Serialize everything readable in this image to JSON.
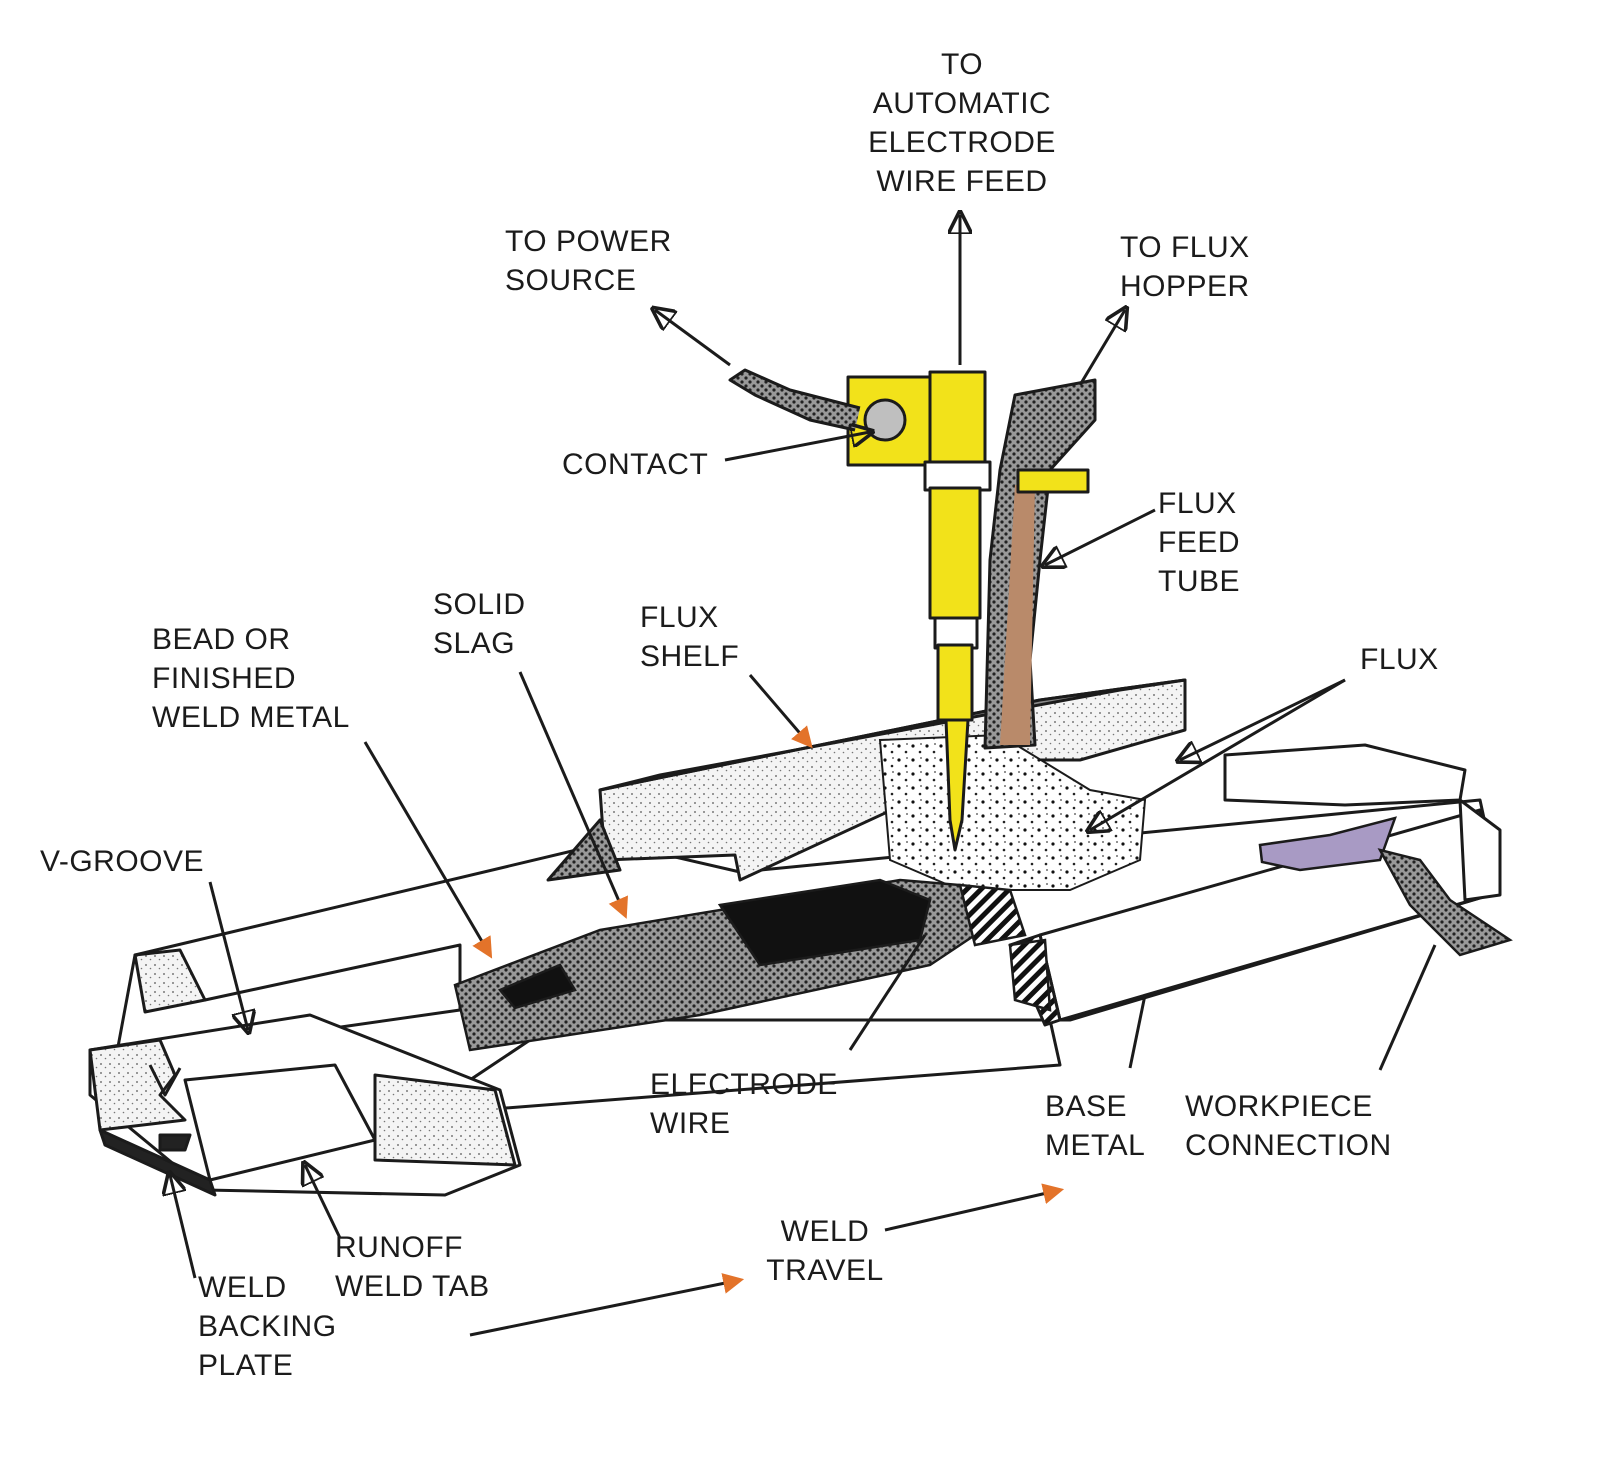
{
  "colors": {
    "ink": "#1b1b1b",
    "torch": "#f2e21a",
    "torch_dark": "#b6a400",
    "flux_tube": "#b98a6a",
    "arrow_orange": "#e3732a",
    "clamp_purple": "#a89ac4",
    "stipple_fill": "#f1f1f1"
  },
  "labels": {
    "wire_feed": [
      "TO",
      "AUTOMATIC",
      "ELECTRODE",
      "WIRE FEED"
    ],
    "power_source": [
      "TO POWER",
      "SOURCE"
    ],
    "flux_hopper": [
      "TO FLUX",
      "HOPPER"
    ],
    "contact": [
      "CONTACT"
    ],
    "flux_feed_tube": [
      "FLUX",
      "FEED",
      "TUBE"
    ],
    "solid_slag": [
      "SOLID",
      "SLAG"
    ],
    "flux_shelf": [
      "FLUX",
      "SHELF"
    ],
    "bead": [
      "BEAD OR",
      "FINISHED",
      "WELD METAL"
    ],
    "flux": [
      "FLUX"
    ],
    "v_groove": [
      "V-GROOVE"
    ],
    "electrode_wire": [
      "ELECTRODE",
      "WIRE"
    ],
    "base_metal": [
      "BASE",
      "METAL"
    ],
    "workpiece_connection": [
      "WORKPIECE",
      "CONNECTION"
    ],
    "weld_travel": [
      "WELD",
      "TRAVEL"
    ],
    "runoff_weld_tab": [
      "RUNOFF",
      "WELD TAB"
    ],
    "weld_backing_plate": [
      "WELD",
      "BACKING",
      "PLATE"
    ]
  }
}
